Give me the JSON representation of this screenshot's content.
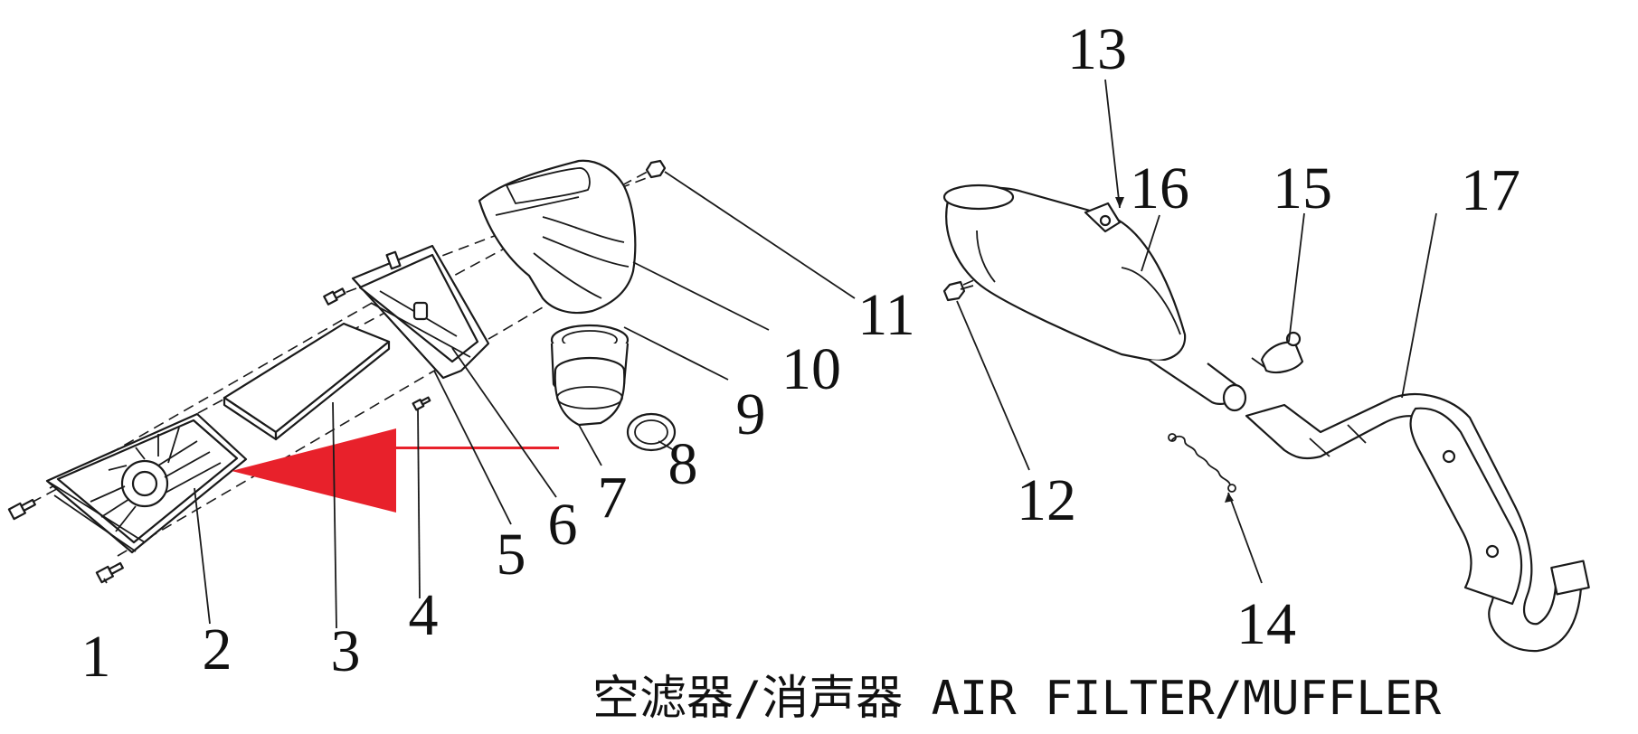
{
  "caption": "空滤器/消声器 AIR FILTER/MUFFLER",
  "callouts": [
    "1",
    "2",
    "3",
    "4",
    "5",
    "6",
    "7",
    "8",
    "9",
    "10",
    "11",
    "12",
    "13",
    "14",
    "15",
    "16",
    "17"
  ],
  "arrow_color": "#e8212b"
}
